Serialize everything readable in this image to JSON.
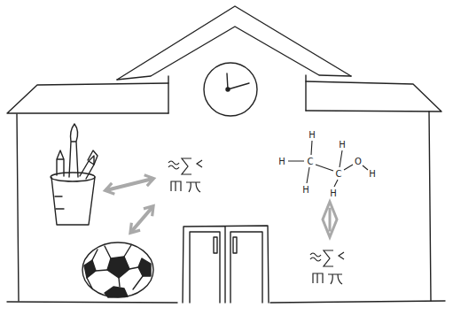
{
  "diagram": {
    "labels": [
      "H",
      "H",
      "H",
      "C",
      "O",
      "C",
      "H",
      "H",
      "H"
    ]
  }
}
